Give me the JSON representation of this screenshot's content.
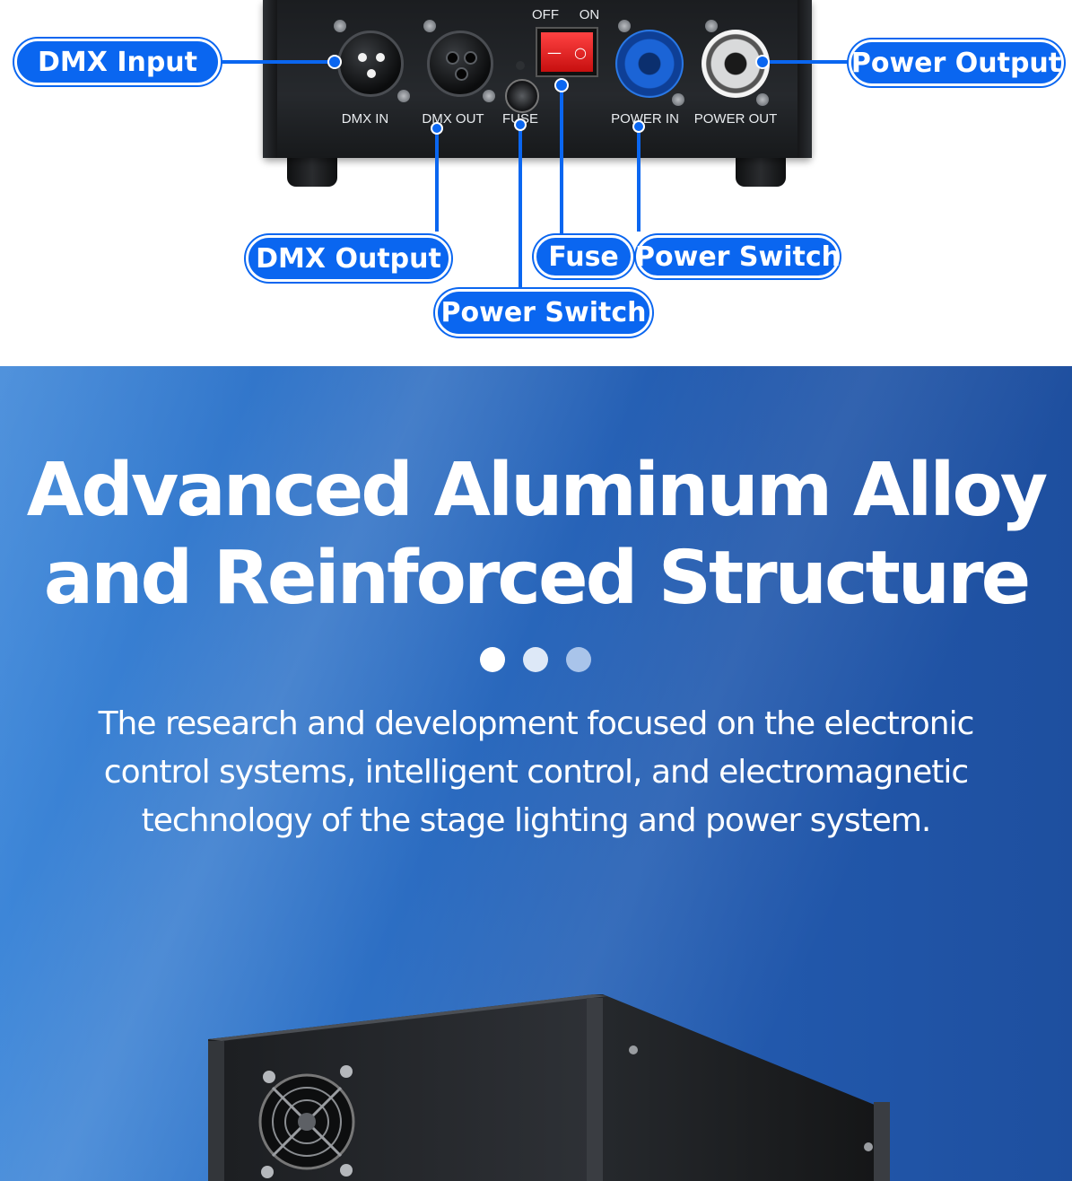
{
  "rear_panel": {
    "switch_off": "OFF",
    "switch_on": "ON",
    "ports": {
      "dmx_in": "DMX IN",
      "dmx_out": "DMX OUT",
      "fuse": "FUSE",
      "power_in": "POWER IN",
      "power_out": "POWER OUT"
    }
  },
  "callouts": {
    "dmx_input": "DMX Input",
    "power_output": "Power Output",
    "dmx_output": "DMX Output",
    "fuse": "Fuse",
    "power_switch_a": "Power Switch",
    "power_switch_b": "Power Switch"
  },
  "feature": {
    "headline_line1": "Advanced Aluminum Alloy",
    "headline_line2": "and Reinforced Structure",
    "body_line1": "The research and development focused on the electronic",
    "body_line2": "control systems, intelligent control, and electromagnetic",
    "body_line3": "technology of the stage lighting and power system."
  },
  "colors": {
    "callout_blue": "#0a66f0",
    "panel_black": "#1f2124",
    "rocker_red": "#e52222",
    "bg_blue": "#2d6fc4",
    "dot_1": "#ffffff",
    "dot_2": "#dde8f7",
    "dot_3": "#a9c4ea"
  },
  "icons": {
    "fan": "fan-icon"
  }
}
